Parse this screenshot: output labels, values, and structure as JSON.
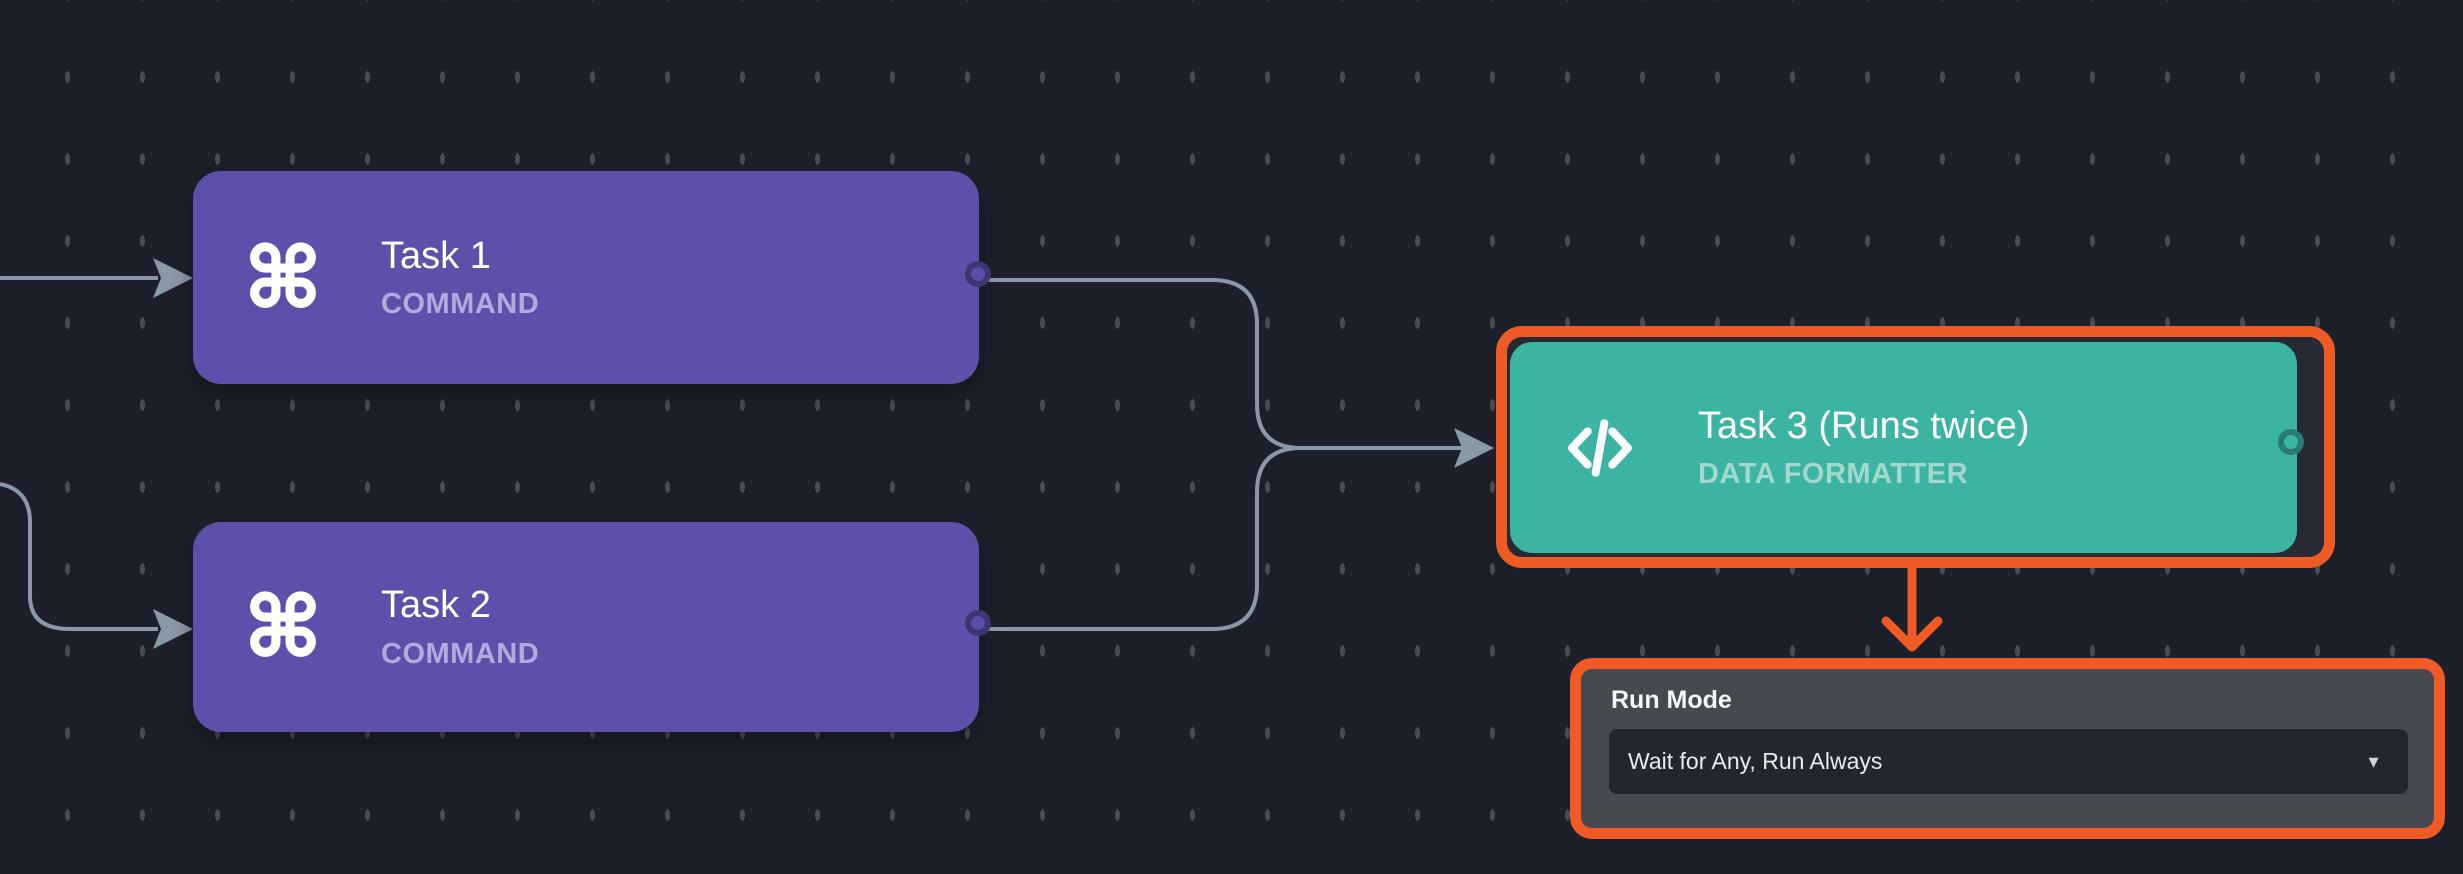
{
  "canvas": {
    "background": "#1b202a",
    "dot_color": "#494c52"
  },
  "edges": {
    "color": "#8b98a7"
  },
  "nodes": [
    {
      "title": "Task 1",
      "subtitle": "COMMAND",
      "icon": "command-icon",
      "icon_glyph": "⌘",
      "body_color": "#5d50ab",
      "subtitle_color": "#b3aadc"
    },
    {
      "title": "Task 2",
      "subtitle": "COMMAND",
      "icon": "command-icon",
      "icon_glyph": "⌘",
      "body_color": "#5d50ab",
      "subtitle_color": "#b3aadc"
    },
    {
      "title": "Task 3 (Runs twice)",
      "subtitle": "DATA FORMATTER",
      "icon": "code-icon",
      "body_color": "#3cb4a2",
      "subtitle_color": "#a3d8cd",
      "highlighted": true,
      "highlight_color": "#ef5a25"
    }
  ],
  "run_mode_panel": {
    "label": "Run Mode",
    "dropdown_value": "Wait for Any, Run Always",
    "highlight_color": "#ef5a25"
  }
}
